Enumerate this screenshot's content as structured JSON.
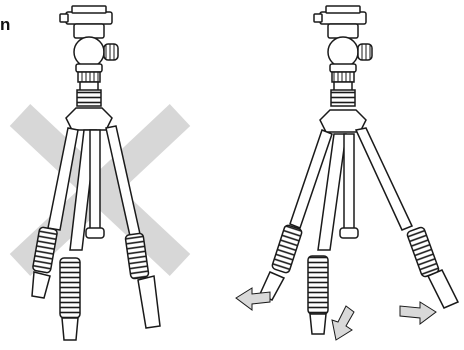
{
  "corner_label": "n",
  "figures": [
    {
      "id": "wrong",
      "depicts": "tripod-legs-unextended",
      "marker": "cross-mark"
    },
    {
      "id": "correct",
      "depicts": "tripod-legs-spread",
      "marker": "direction-arrows"
    }
  ],
  "colors": {
    "outline": "#1a1a1a",
    "cross": "#d7d7d7",
    "arrow": "#d9d9d9",
    "fill": "#ffffff"
  }
}
